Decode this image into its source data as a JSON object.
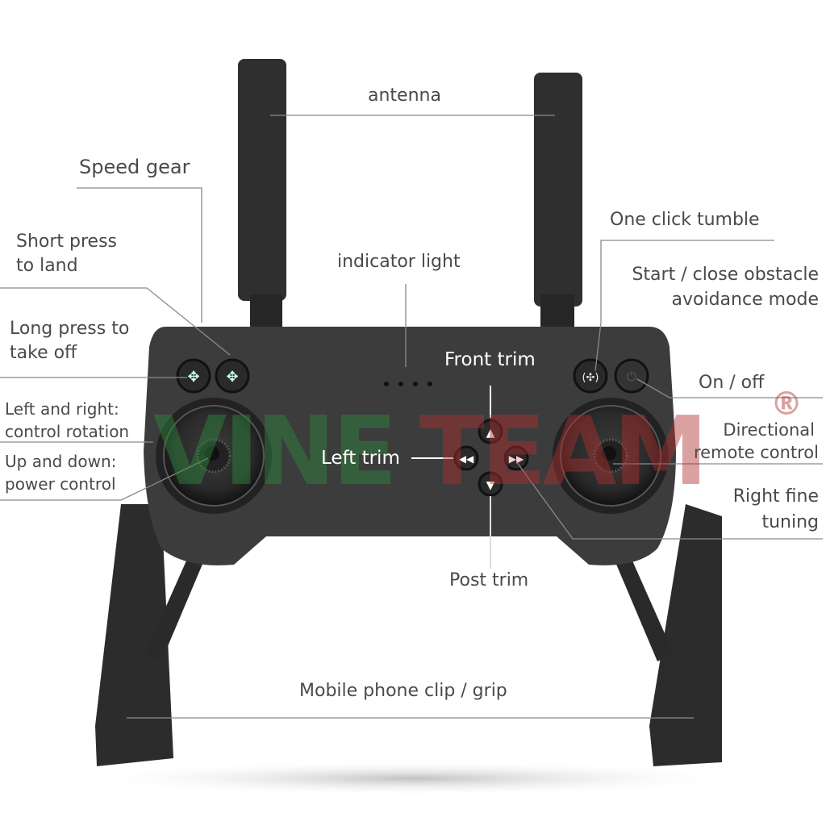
{
  "title": "Drone remote controller parts",
  "labels": {
    "antenna": "antenna",
    "speed_gear": "Speed gear",
    "short_press_1": "Short press",
    "short_press_2": "to land",
    "long_press_1": "Long press to",
    "long_press_2": "take off",
    "rotation_1": "Left and right:",
    "rotation_2": "control rotation",
    "power_1": "Up and down:",
    "power_2": "power control",
    "indicator": "indicator light",
    "front_trim": "Front trim",
    "left_trim": "Left trim",
    "post_trim": "Post trim",
    "tumble": "One click tumble",
    "obstacle_1": "Start / close obstacle",
    "obstacle_2": "avoidance mode",
    "on_off": "On / off",
    "directional_1": "Directional",
    "directional_2": "remote control",
    "fine_1": "Right fine",
    "fine_2": "tuning",
    "grip": "Mobile phone clip / grip"
  },
  "watermark": {
    "part1": "VINE",
    "part2": "TEAM",
    "mark": "®",
    "green": "#2e8b3e",
    "red": "#b03030"
  },
  "colors": {
    "body": "#3a3a3a",
    "line": "#8a8a8a",
    "text": "#4a4a4a"
  }
}
